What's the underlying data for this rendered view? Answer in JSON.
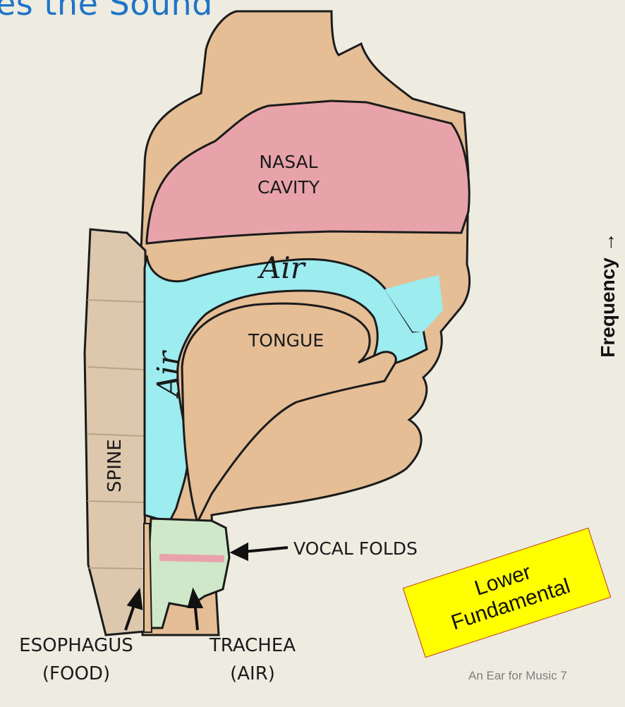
{
  "slide": {
    "title": "es the Sound",
    "footer": "An Ear for Music 7",
    "axis_label": "Frequency →",
    "callout": {
      "line1": "Lower",
      "line2": "Fundamental"
    }
  },
  "diagram": {
    "labels": {
      "nasal_line1": "NASAL",
      "nasal_line2": "CAVITY",
      "air_top": "Air",
      "air_side": "Air",
      "tongue": "TONGUE",
      "spine": "SPINE",
      "vocal_folds": "VOCAL FOLDS",
      "esophagus": "ESOPHAGUS",
      "esophagus_sub": "(FOOD)",
      "trachea": "TRACHEA",
      "trachea_sub": "(AIR)"
    },
    "colors": {
      "tissue": "#e5be96",
      "nasal_cavity": "#e8a3aa",
      "air": "#9cecf0",
      "spine": "#ddc8ae",
      "callout_fill": "#ffff00",
      "callout_border": "#c0392b",
      "title": "#1f74c8",
      "background": "#eeece1"
    }
  }
}
